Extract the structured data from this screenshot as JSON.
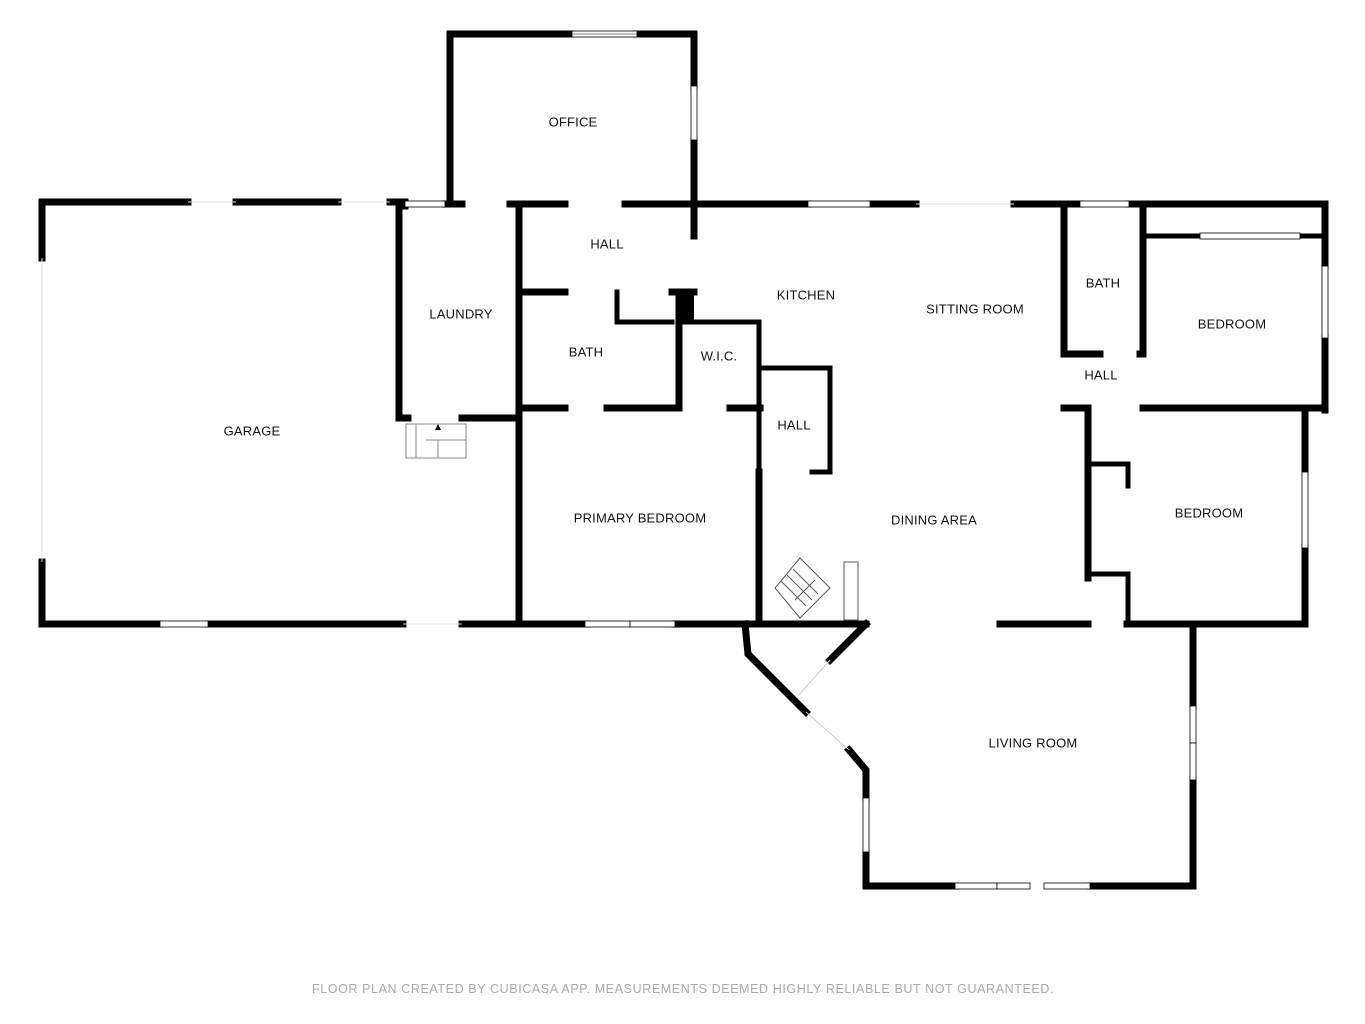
{
  "rooms": {
    "office": "OFFICE",
    "garage": "GARAGE",
    "laundry": "LAUNDRY",
    "hall_top": "HALL",
    "bath_main": "BATH",
    "wic": "W.I.C.",
    "kitchen": "KITCHEN",
    "sitting_room": "SITTING ROOM",
    "bath_right": "BATH",
    "bedroom_top": "BEDROOM",
    "hall_right": "HALL",
    "hall_center": "HALL",
    "primary_bedroom": "PRIMARY BEDROOM",
    "dining_area": "DINING AREA",
    "bedroom_bottom": "BEDROOM",
    "living_room": "LIVING ROOM"
  },
  "credit": "FLOOR PLAN CREATED BY CUBICASA APP. MEASUREMENTS DEEMED HIGHLY RELIABLE BUT NOT GUARANTEED."
}
